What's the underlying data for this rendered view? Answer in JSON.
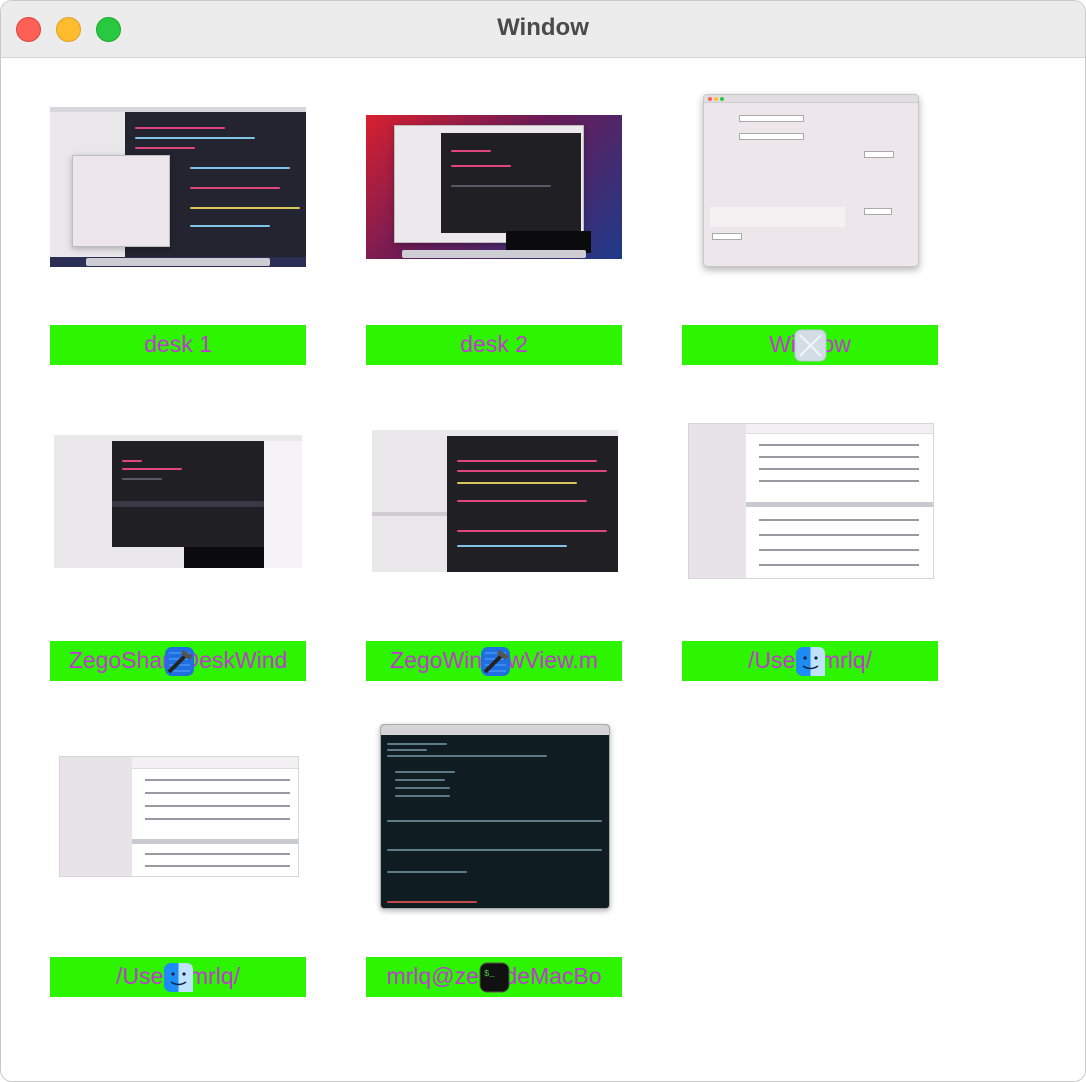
{
  "window": {
    "title": "Window"
  },
  "tiles": [
    {
      "label": "desk 1",
      "kind": "desktop"
    },
    {
      "label": "desk 2",
      "kind": "desktop"
    },
    {
      "label": "Window",
      "kind": "window",
      "icon": "placeholder-icon"
    },
    {
      "label": "ZegoShareDeskWind",
      "kind": "xcode",
      "icon": "xcode-icon"
    },
    {
      "label": "ZegoWindowView.m",
      "kind": "xcode",
      "icon": "xcode-icon"
    },
    {
      "label": "/Users/mrlq/",
      "kind": "finder",
      "icon": "finder-icon"
    },
    {
      "label": "/Users/mrlq/",
      "kind": "finder",
      "icon": "finder-icon"
    },
    {
      "label": "mrlq@zegodeMacBo",
      "kind": "terminal",
      "icon": "terminal-icon"
    }
  ],
  "colors": {
    "label_bg": "#2df500",
    "label_text": "#c234d8"
  }
}
